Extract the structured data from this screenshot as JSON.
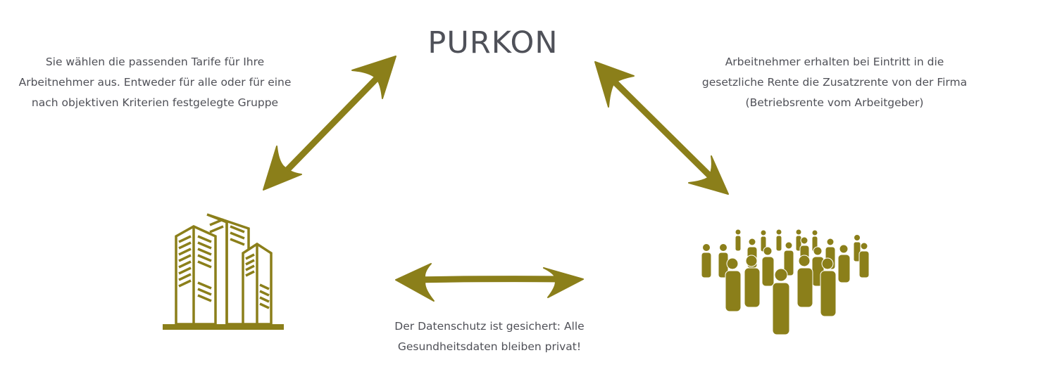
{
  "diagram": {
    "title": "PURKON",
    "captions": {
      "left": "Sie wählen die passenden Tarife für Ihre Arbeitnehmer aus. Entweder für alle oder für eine nach objektiven Kriterien festgelegte Gruppe",
      "right": "Arbeitnehmer erhalten bei Eintritt in die gesetzliche Rente die Zusatzrente von der Firma (Betriebsrente vom Arbeitgeber)",
      "bottom": "Der Datenschutz ist gesichert: Alle Gesundheitsdaten bleiben privat!"
    },
    "nodes": [
      {
        "id": "purkon",
        "label": "PURKON",
        "icon": "text-label"
      },
      {
        "id": "employer",
        "icon": "office-buildings-icon"
      },
      {
        "id": "employees",
        "icon": "crowd-people-icon"
      }
    ],
    "edges": [
      {
        "from": "employer",
        "to": "purkon",
        "type": "bidirectional-arrow"
      },
      {
        "from": "purkon",
        "to": "employees",
        "type": "bidirectional-arrow"
      },
      {
        "from": "employer",
        "to": "employees",
        "type": "bidirectional-arrow"
      }
    ],
    "colors": {
      "accent": "#8b7f1a",
      "text": "#4f5057",
      "background": "#ffffff"
    }
  }
}
